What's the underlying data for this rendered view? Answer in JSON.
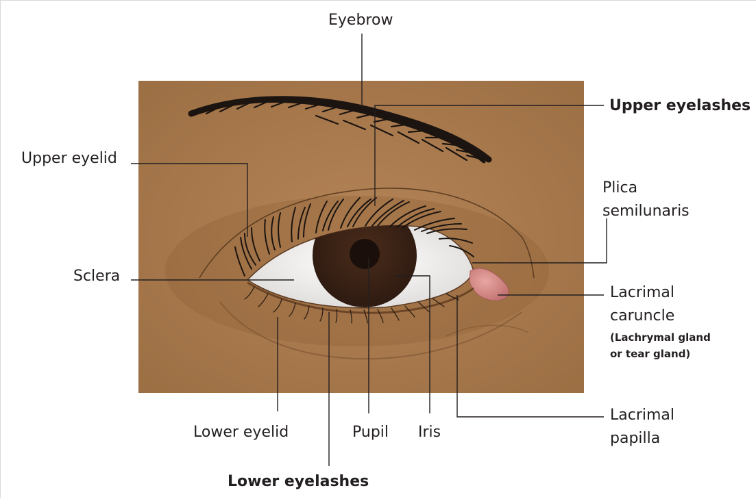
{
  "labels": {
    "eyebrow": "Eyebrow",
    "upper_eyelashes": "Upper eyelashes",
    "upper_eyelid": "Upper eyelid",
    "plica_line1": "Plica",
    "plica_line2": "semilunaris",
    "sclera": "Sclera",
    "lacrimal_caruncle_line1": "Lacrimal",
    "lacrimal_caruncle_line2": "caruncle",
    "caruncle_note_line1": "(Lachrymal gland",
    "caruncle_note_line2": "or tear gland)",
    "lower_eyelid": "Lower eyelid",
    "pupil": "Pupil",
    "iris": "Iris",
    "lacrimal_papilla_line1": "Lacrimal",
    "lacrimal_papilla_line2": "papilla",
    "lower_eyelashes": "Lower eyelashes"
  },
  "colors": {
    "skin": "#a97b4f",
    "skin_dark": "#8c6239",
    "iris": "#3b2316",
    "pupil": "#1a0f0a",
    "sclera": "#f4f4f4",
    "caruncle": "#d98d8a",
    "lash": "#1b1410",
    "leader": "#231f20"
  }
}
